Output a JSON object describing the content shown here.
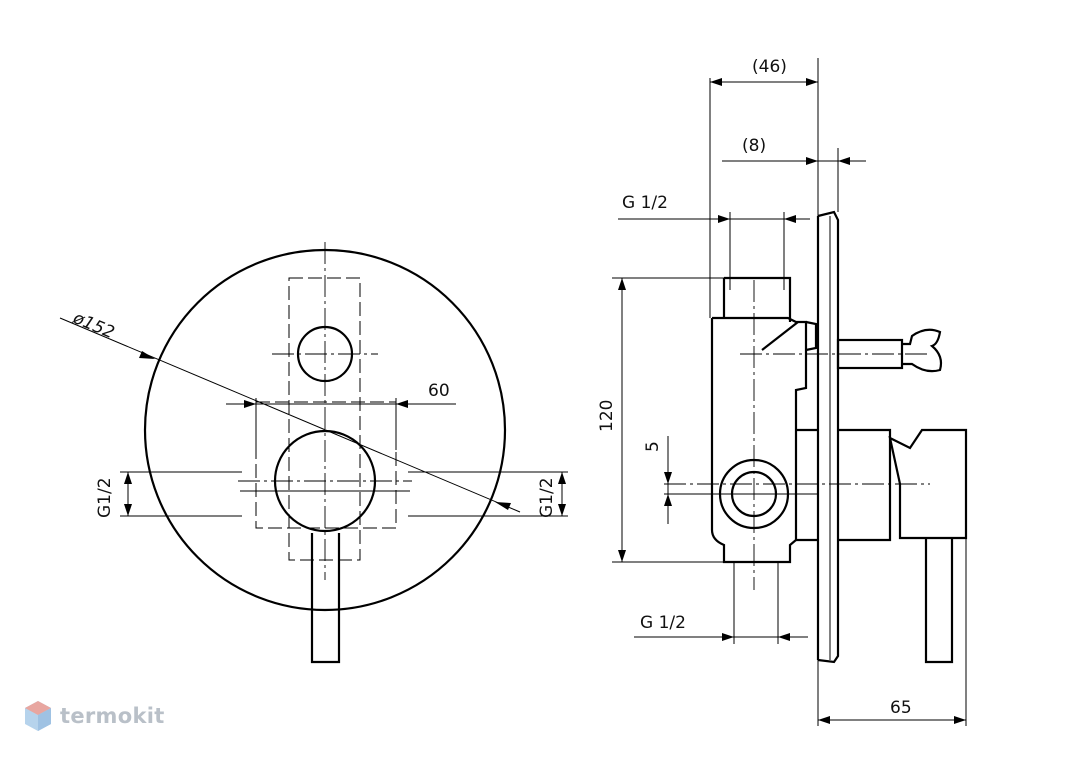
{
  "front_view": {
    "diameter_label": "ø152",
    "width_label": "60",
    "left_thread_label": "G1/2",
    "right_thread_label": "G1/2"
  },
  "side_view": {
    "overall_depth_label": "(46)",
    "plate_depth_label": "(8)",
    "top_thread_label": "G 1/2",
    "height_label": "120",
    "offset_label": "5",
    "bottom_thread_label": "G 1/2",
    "handle_projection_label": "65"
  },
  "watermark": {
    "brand": "termokit",
    "colors": {
      "mark_top": "#e8a6a0",
      "mark_side": "#b6d3ec",
      "text": "#b9c0c8"
    }
  }
}
